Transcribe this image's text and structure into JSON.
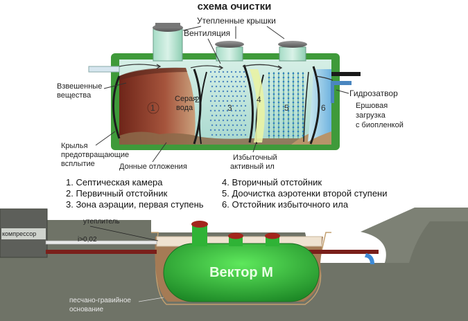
{
  "title": "схема очистки",
  "top_labels": {
    "lids": "Утепленные крышки",
    "ventilation": "Вентиляция",
    "suspended_1": "Взвешенные",
    "suspended_2": "вещества",
    "grey_water_1": "Серая",
    "grey_water_2": "вода",
    "hydrolock": "Гидрозатвор",
    "brush_1": "Ершовая",
    "brush_2": "загрузка",
    "brush_3": "с биопленкой",
    "wings_1": "Крылья",
    "wings_2": "предотвращающие",
    "wings_3": "всплытие",
    "sediments": "Донные отложения",
    "excess_1": "Избыточный",
    "excess_2": "активный ил"
  },
  "chambers": [
    "1",
    "2",
    "3",
    "4",
    "5",
    "6"
  ],
  "legend": [
    "1. Септическая камера",
    "2. Первичный отстойник",
    "3. Зона аэрации, первая ступень",
    "4. Вторичный отстойник",
    "5. Доочистка аэротенки второй ступени",
    "6. Отстойник избыточного ила"
  ],
  "bottom_labels": {
    "compressor": "компрессор",
    "insulation": "утеплитель",
    "slope": "i>0,02",
    "tank_name": "Вектор М",
    "base_1": "песчано-гравийное",
    "base_2": "основание"
  },
  "colors": {
    "tank_green": "#3f9a3a",
    "tank_bright": "#35c23a",
    "sludge": "#8b3a2a",
    "water": "#bfe6dc",
    "ground": "#6f7367",
    "pipe": "#7a1f1a"
  }
}
